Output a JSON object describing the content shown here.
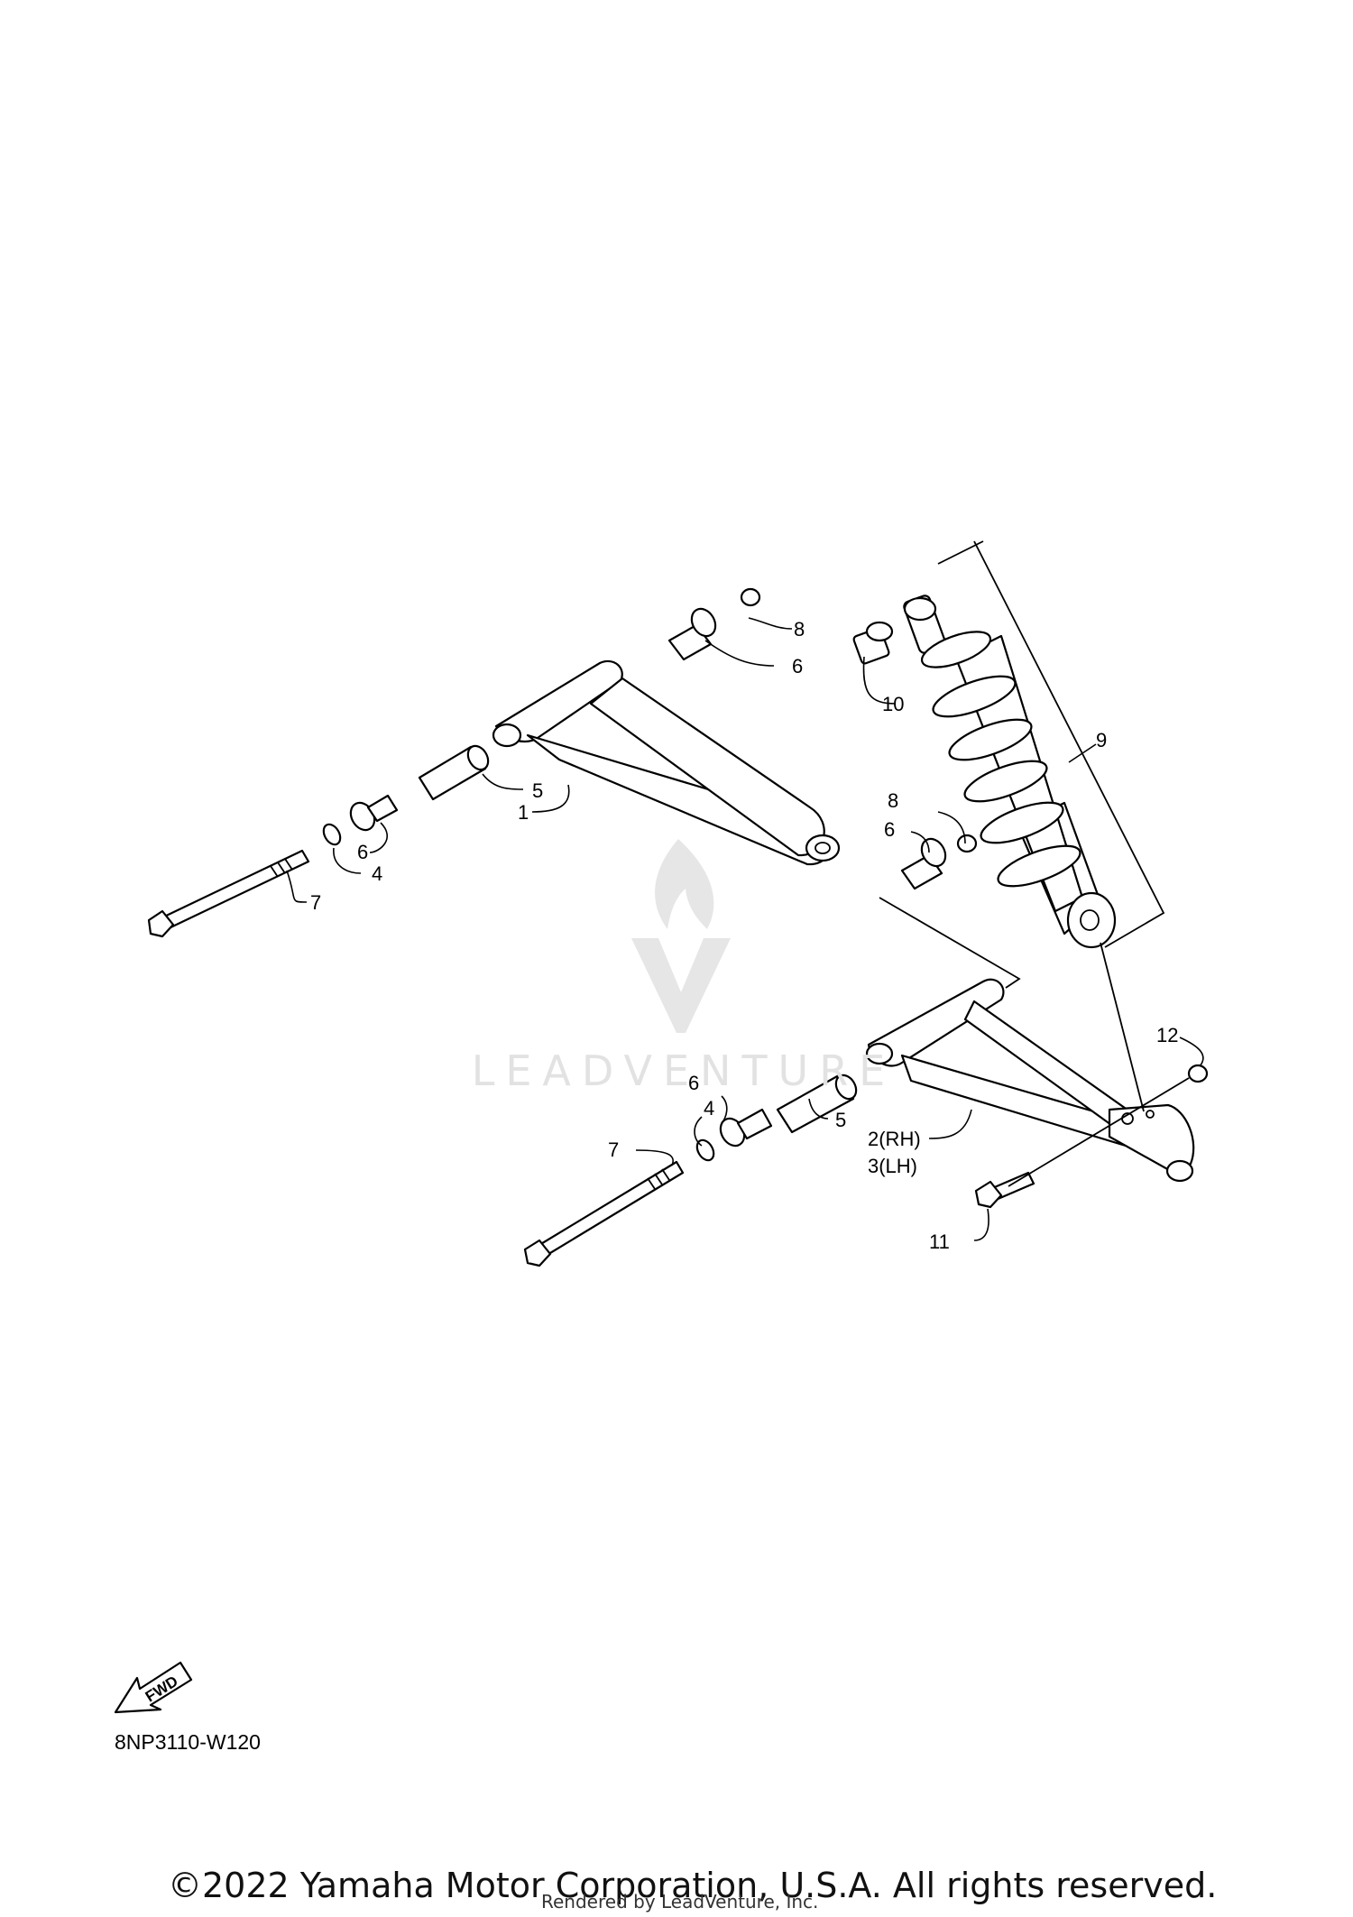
{
  "diagram": {
    "drawing_code": "8NP3110-W120",
    "fwd_label": "FWD",
    "watermark": "LEADVENTURE",
    "labels": [
      "1",
      "2(RH)",
      "3(LH)",
      "4",
      "4",
      "5",
      "5",
      "6",
      "6",
      "6",
      "6",
      "7",
      "7",
      "8",
      "8",
      "9",
      "10",
      "11",
      "12"
    ]
  },
  "footer": {
    "copyright": "©2022 Yamaha Motor Corporation, U.S.A. All rights reserved.",
    "rendered_by": "Rendered by LeadVenture, Inc."
  }
}
